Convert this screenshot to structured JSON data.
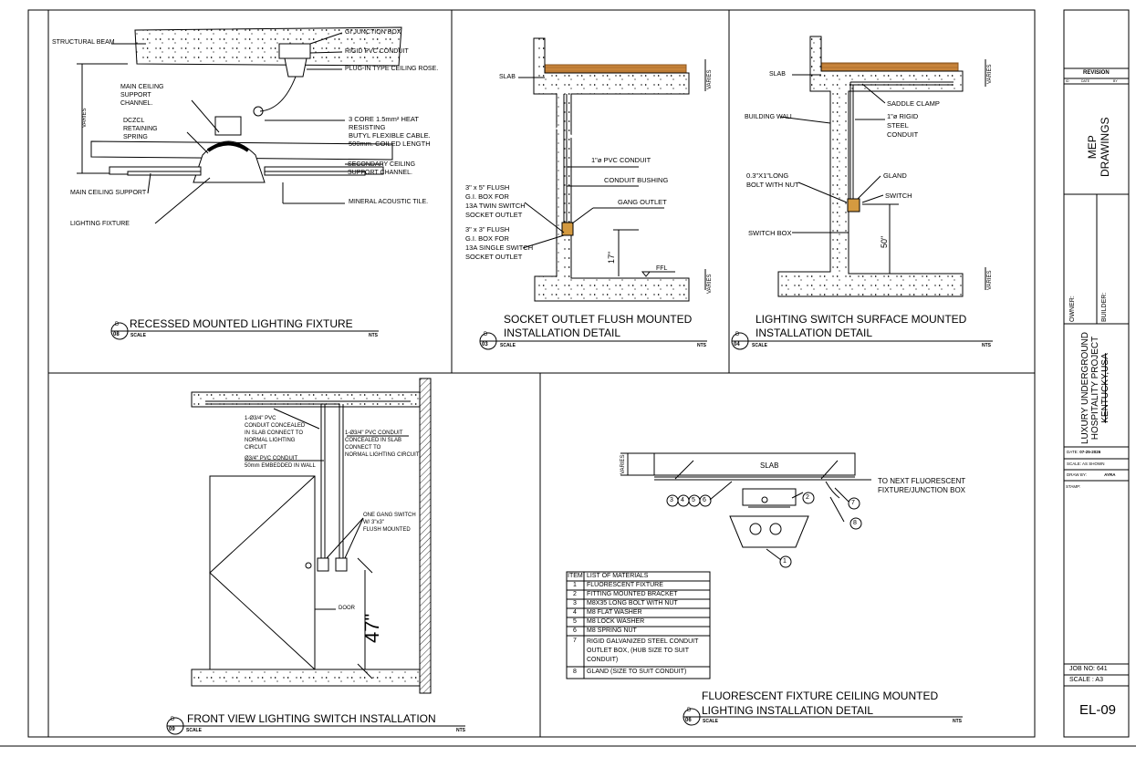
{
  "detail_d08": {
    "title": "RECESSED MOUNTED LIGHTING FIXTURE",
    "ref_top": "D",
    "ref_bottom": "08",
    "scale_label": "SCALE",
    "scale_value": "NTS",
    "labels": {
      "structural_beam": "STRUCTURAL BEAM",
      "gi_junction_box": "GI JUNCTION BOX",
      "rigid_pvc": "RIGID PVC CONDUIT",
      "ceiling_rose": "PLUG-IN TYPE CEILING ROSE.",
      "main_support_channel": [
        "MAIN CEILING",
        "SUPPORT",
        "CHANNEL."
      ],
      "cable": [
        "3 CORE 1.5mm² HEAT",
        "RESISTING",
        "BUTYL FLEXIBLE CABLE.",
        "500mm. COILED LENGTH"
      ],
      "spring": [
        "DCZCL",
        "RETAINING",
        "SPRING"
      ],
      "varies": "VARIES",
      "secondary_channel": [
        "SECONDARY CEILING",
        "SUPPORT CHANNEL."
      ],
      "main_ceiling_support": "MAIN CEILING SUPPORT",
      "mineral_tile": "MINERAL ACOUSTIC TILE.",
      "lighting_fixture": "LIGHTING FIXTURE"
    }
  },
  "detail_d03": {
    "title_line1": "SOCKET OUTLET FLUSH MOUNTED",
    "title_line2": "INSTALLATION DETAIL",
    "ref_top": "D",
    "ref_bottom": "03",
    "scale_label": "SCALE",
    "scale_value": "NTS",
    "labels": {
      "slab": "SLAB",
      "varies": "VARIES",
      "pvc_conduit": "1\"ø PVC CONDUIT",
      "bushing": "CONDUIT BUSHING",
      "twin": [
        "3\" x 5\" FLUSH",
        "G.I. BOX FOR",
        "13A TWIN SWITCH",
        "SOCKET OUTLET"
      ],
      "gang_outlet": "GANG OUTLET",
      "single": [
        "3\" x 3\" FLUSH",
        "G.I. BOX FOR",
        "13A SINGLE SWITCH",
        "SOCKET OUTLET"
      ],
      "height": "17\"",
      "ffl": "FFL"
    }
  },
  "detail_d04": {
    "title_line1": "LIGHTING SWITCH SURFACE MOUNTED",
    "title_line2": "INSTALLATION DETAIL",
    "ref_top": "D",
    "ref_bottom": "04",
    "scale_label": "SCALE",
    "scale_value": "NTS",
    "labels": {
      "slab": "SLAB",
      "varies": "VARIES",
      "saddle": "SADDLE CLAMP",
      "building_wall": "BUILDING WALL",
      "rigid_steel": [
        "1\"ø RIGID",
        "STEEL",
        "CONDUIT"
      ],
      "bolt": [
        "0.3\"X1\"LONG",
        "BOLT WITH NUT"
      ],
      "gland": "GLAND",
      "switch": "SWITCH",
      "switch_box": "SWITCH BOX",
      "height": "50\""
    }
  },
  "detail_d09": {
    "title": "FRONT VIEW LIGHTING SWITCH INSTALLATION",
    "ref_top": "D",
    "ref_bottom": "09",
    "scale_label": "SCALE",
    "scale_value": "NTS",
    "labels": {
      "conduit1": [
        "1-Ø3/4\" PVC",
        "CONDUIT CONCEALED",
        "IN SLAB CONNECT TO",
        "NORMAL LIGHTING",
        "CIRCUIT"
      ],
      "conduit2": [
        "1-Ø3/4\" PVC CONDUIT",
        "CONCEALED IN SLAB",
        "CONNECT TO",
        "NORMAL LIGHTING CIRCUIT"
      ],
      "conduit3": [
        "Ø3/4\" PVC CONDUIT",
        "50mm EMBEDDED IN WALL"
      ],
      "gang_switch": [
        "ONE GANG SWITCH",
        "W/ 3\"x3\"",
        "FLUSH MOUNTED"
      ],
      "door": "DOOR",
      "height": "47\""
    }
  },
  "detail_d06": {
    "title_line1": "FLUORESCENT FIXTURE CEILING MOUNTED",
    "title_line2": "LIGHTING INSTALLATION DETAIL",
    "ref_top": "D",
    "ref_bottom": "06",
    "scale_label": "SCALE",
    "scale_value": "NTS",
    "labels": {
      "varies": "VARIES",
      "slab": "SLAB",
      "next_fixture": [
        "TO NEXT FLUORESCENT",
        "FIXTURE/JUNCTION BOX"
      ],
      "callouts_left": [
        "3",
        "4",
        "5",
        "6"
      ],
      "callout_2": "2",
      "callout_7": "7",
      "callout_8": "8",
      "callout_1": "1"
    },
    "materials": {
      "header_item": "ITEM",
      "header_list": "LIST OF MATERIALS",
      "rows": [
        {
          "item": "1",
          "text": [
            "FLUORESCENT FIXTURE"
          ]
        },
        {
          "item": "2",
          "text": [
            "FITTING MOUNTED BRACKET"
          ]
        },
        {
          "item": "3",
          "text": [
            "M8X35 LONG BOLT WITH NUT"
          ]
        },
        {
          "item": "4",
          "text": [
            "M8 FLAT WASHER"
          ]
        },
        {
          "item": "5",
          "text": [
            "M8 LOCK WASHER"
          ]
        },
        {
          "item": "6",
          "text": [
            "M8 SPRING NUT"
          ]
        },
        {
          "item": "7",
          "text": [
            "RIGID GALVANIZED STEEL CONDUIT",
            "OUTLET BOX, (HUB SIZE TO SUIT",
            "CONDUIT)"
          ]
        },
        {
          "item": "8",
          "text": [
            "GLAND (SIZE TO SUIT CONDUIT)"
          ]
        }
      ]
    }
  },
  "title_block": {
    "revision": "REVISION",
    "rev_cols": [
      "ID",
      "DATE",
      "BY"
    ],
    "discipline": [
      "MEP",
      "DRAWINGS"
    ],
    "owner": "OWNER:",
    "builder": "BUILDER:",
    "project": [
      "LUXURY UNDERGROUND",
      "HOSPITALITY PROJECT",
      "KENTUCKY,USA"
    ],
    "date_label": "DATE:",
    "date_value": "07-25-2026",
    "scale_line": "SCALE: AS SHOWN",
    "drawn_label": "DRAW BY:",
    "drawn_value": "AYRA",
    "stamp": "STAMP:",
    "job_no": "JOB NO: 641",
    "sheet_scale": "SCALE : A3",
    "sheet_no": "EL-09"
  },
  "colors": {
    "line": "#000000",
    "wood": "#c8843a",
    "wood_dark": "#8a5520",
    "box": "#d49a40"
  }
}
